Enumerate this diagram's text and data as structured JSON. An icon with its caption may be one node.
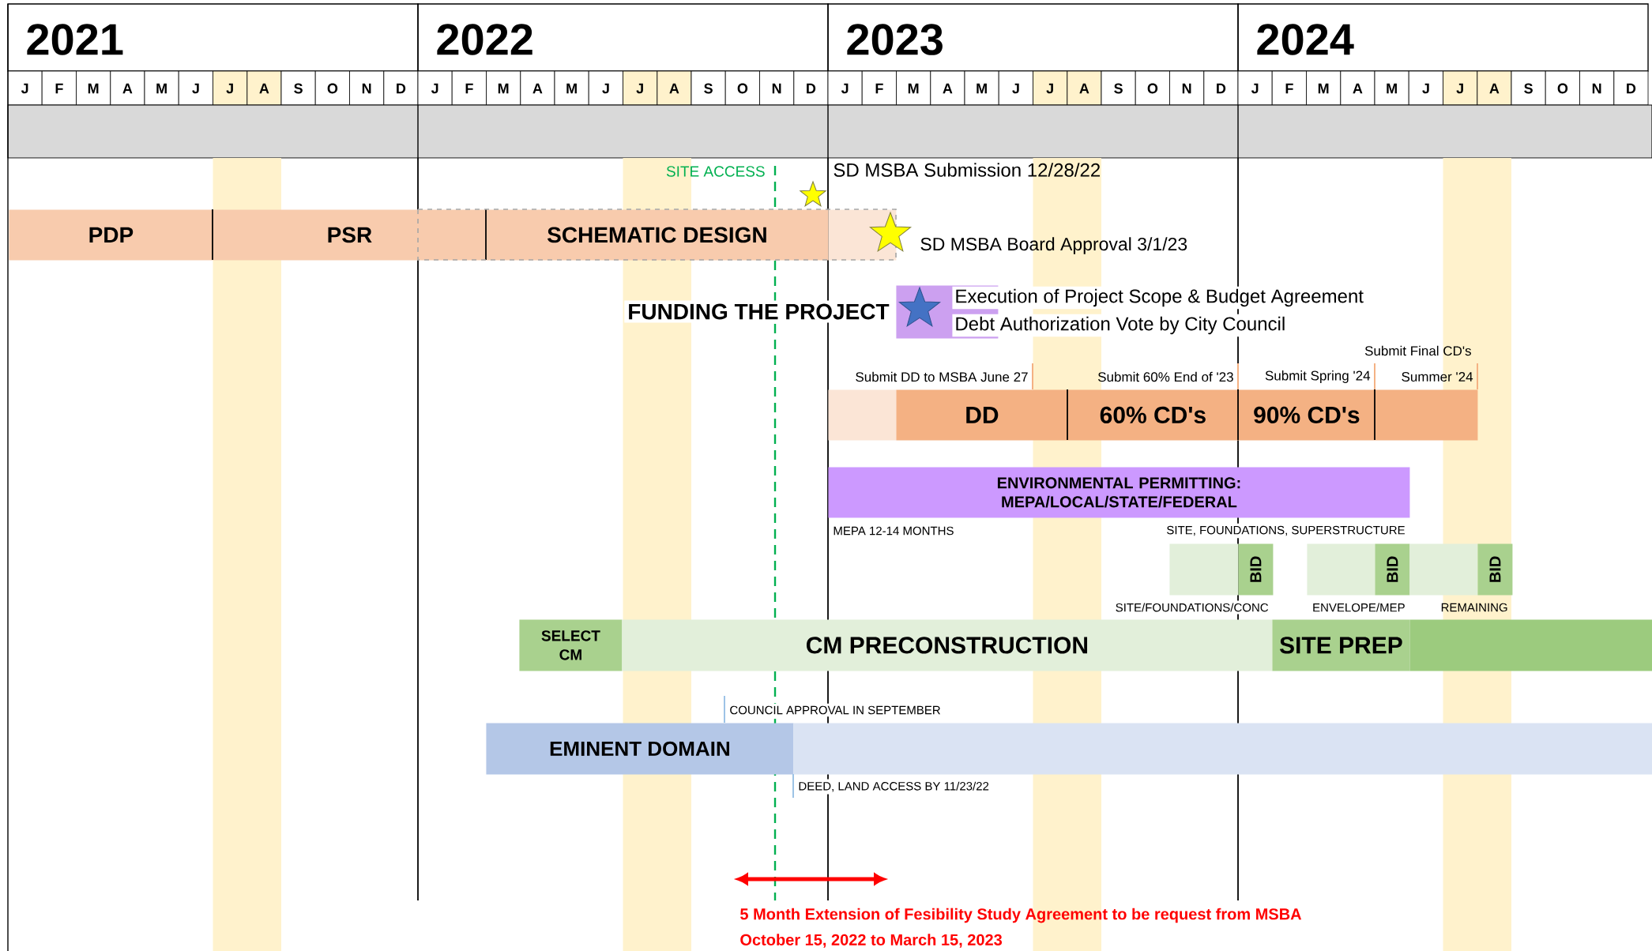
{
  "diagram": {
    "nodes": [
      {
        "text": [
          "PDP"
        ]
      },
      {
        "text": [
          "PSR"
        ]
      },
      {
        "text": [
          "SCHEMATIC DESIGN"
        ]
      },
      {
        "text": [],
        "shape": "bar"
      },
      {
        "text": [
          "FUNDING THE PROJECT",
          "Execution of Project Scope & Budget Agreement",
          "Debt Authorization Vote by City Council"
        ]
      },
      {
        "text": [],
        "shape": "bar"
      },
      {
        "text": [
          "DD"
        ],
        "beside": [
          "Submit DD to MSBA June 27"
        ]
      },
      {
        "text": [
          "60% CD's"
        ],
        "beside": [
          "Submit 60% End of '23"
        ]
      },
      {
        "text": [
          "90% CD's"
        ],
        "beside": [
          "Submit Spring '24"
        ]
      },
      {
        "text": [],
        "shape": "bar",
        "beside": [
          "Summer '24"
        ]
      },
      {
        "text": [
          "ENVIRONMENTAL PERMITTING: MEPA/LOCAL/STATE/FEDERAL"
        ],
        "beside": [
          "MEPA 12-14 MONTHS"
        ]
      },
      {
        "text": [],
        "shape": "bar"
      },
      {
        "text": [
          "BID"
        ],
        "beside": [
          "SITE/FOUNDATIONS/CONC"
        ]
      },
      {
        "text": [],
        "shape": "bar"
      },
      {
        "text": [
          "BID"
        ],
        "beside": [
          "ENVELOPE/MEP"
        ]
      },
      {
        "text": [],
        "shape": "bar"
      },
      {
        "text": [
          "BID"
        ],
        "beside": [
          "REMAINING"
        ]
      },
      {
        "text": [
          "SELECT CM"
        ]
      },
      {
        "text": [
          "CM PRECONSTRUCTION"
        ]
      },
      {
        "text": [
          "SITE PREP"
        ]
      },
      {
        "text": [],
        "shape": "bar"
      },
      {
        "text": [
          "EMINENT DOMAIN"
        ]
      },
      {
        "text": [],
        "shape": "bar"
      }
    ],
    "labels": [
      "2021",
      "2022",
      "2023",
      "2024",
      "J",
      "F",
      "M",
      "A",
      "M",
      "J",
      "J",
      "A",
      "S",
      "O",
      "N",
      "D",
      "J",
      "F",
      "M",
      "A",
      "M",
      "J",
      "J",
      "A",
      "S",
      "O",
      "N",
      "D",
      "J",
      "F",
      "M",
      "A",
      "M",
      "J",
      "J",
      "A",
      "S",
      "O",
      "N",
      "D",
      "J",
      "F",
      "M",
      "A",
      "M",
      "J",
      "J",
      "A",
      "S",
      "O",
      "N",
      "D",
      "SITE ACCESS",
      "SD MSBA Submission 12/28/22",
      "SD MSBA Board Approval 3/1/23",
      "Submit Final CD's",
      "SITE, FOUNDATIONS, SUPERSTRUCTURE",
      "COUNCIL APPROVAL IN SEPTEMBER",
      "DEED, LAND ACCESS BY 11/23/22",
      "5 Month Extension of Fesibility Study Agreement to be request from MSBA",
      "October 15, 2022 to March 15, 2023"
    ]
  }
}
